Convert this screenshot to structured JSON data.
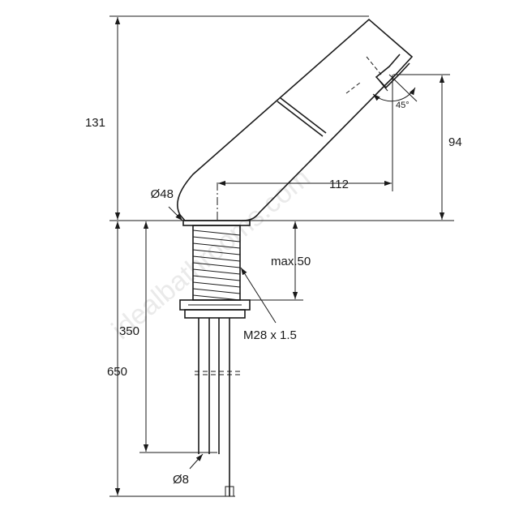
{
  "dimensions": {
    "total_height_above": "131",
    "outlet_height": "94",
    "reach": "112",
    "base_diameter": "Ø48",
    "spray_angle": "45°",
    "max_deck_thickness": "max.50",
    "thread": "M28 x 1.5",
    "shank_length": "350",
    "total_length_below": "650",
    "hose_diameter": "Ø8"
  },
  "watermark": "idealbathrooms.com"
}
